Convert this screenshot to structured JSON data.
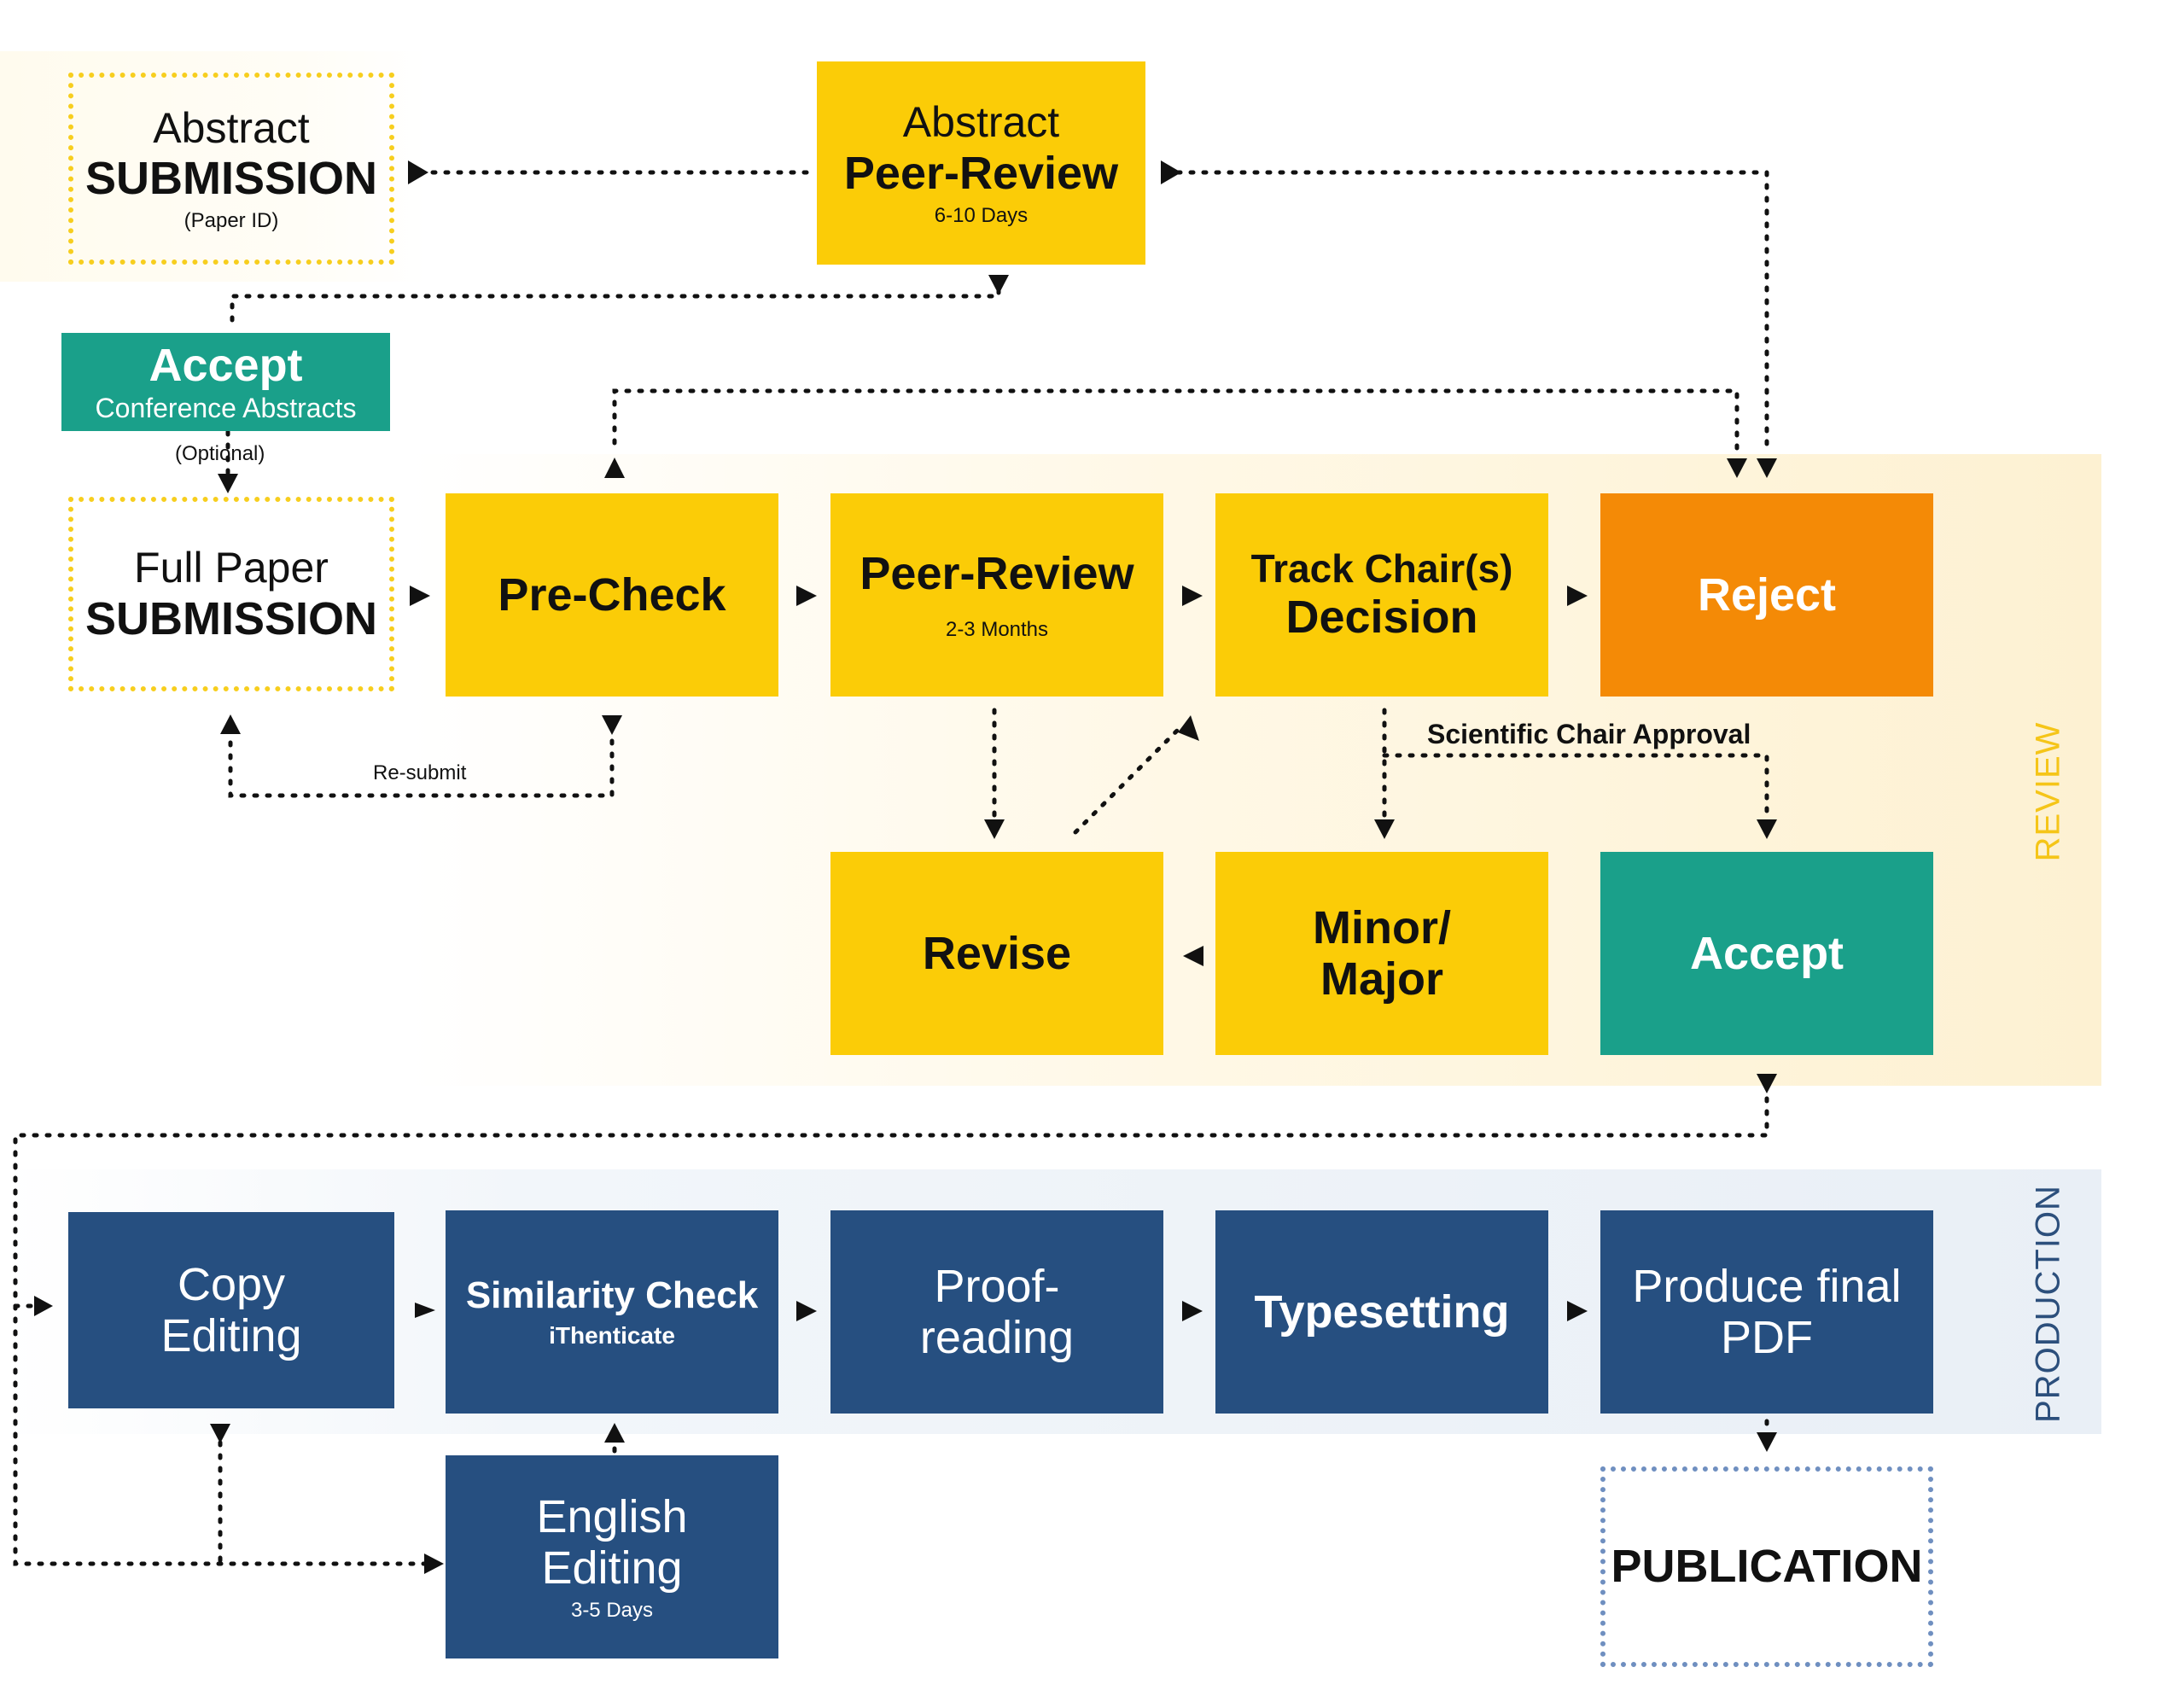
{
  "regions": {
    "review_label": "REVIEW",
    "production_label": "PRODUCTION"
  },
  "nodes": {
    "abstract_submission": {
      "line1": "Abstract",
      "line2": "SUBMISSION",
      "note": "(Paper ID)"
    },
    "abstract_peer_review": {
      "line1": "Abstract",
      "line2": "Peer-Review",
      "note": "6-10 Days"
    },
    "accept_abstracts": {
      "line1": "Accept",
      "line2": "Conference Abstracts"
    },
    "full_paper_submission": {
      "line1": "Full Paper",
      "line2": "SUBMISSION"
    },
    "pre_check": {
      "line1": "Pre-Check"
    },
    "peer_review": {
      "line1": "Peer-Review",
      "note": "2-3 Months"
    },
    "track_chair_decision": {
      "line1": "Track Chair(s)",
      "line2": "Decision"
    },
    "reject": {
      "line1": "Reject"
    },
    "revise": {
      "line1": "Revise"
    },
    "minor_major": {
      "line1": "Minor/",
      "line2": "Major"
    },
    "accept": {
      "line1": "Accept"
    },
    "copy_editing": {
      "line1": "Copy",
      "line2": "Editing"
    },
    "similarity_check": {
      "line1": "Similarity Check",
      "note": "iThenticate"
    },
    "proofreading": {
      "line1": "Proof-",
      "line2": "reading"
    },
    "typesetting": {
      "line1": "Typesetting"
    },
    "produce_final_pdf": {
      "line1": "Produce final",
      "line2": "PDF"
    },
    "english_editing": {
      "line1": "English",
      "line2": "Editing",
      "note": "3-5 Days"
    },
    "publication": {
      "line1": "PUBLICATION"
    }
  },
  "labels": {
    "optional": "(Optional)",
    "resubmit": "Re-submit",
    "scientific_chair_approval": "Scientific Chair Approval"
  },
  "colors": {
    "yellow": "#fbcc07",
    "orange": "#f48a06",
    "teal": "#1aa08a",
    "navy": "#264f80",
    "review_label": "#f5c518",
    "production_label": "#2c4f7c"
  }
}
